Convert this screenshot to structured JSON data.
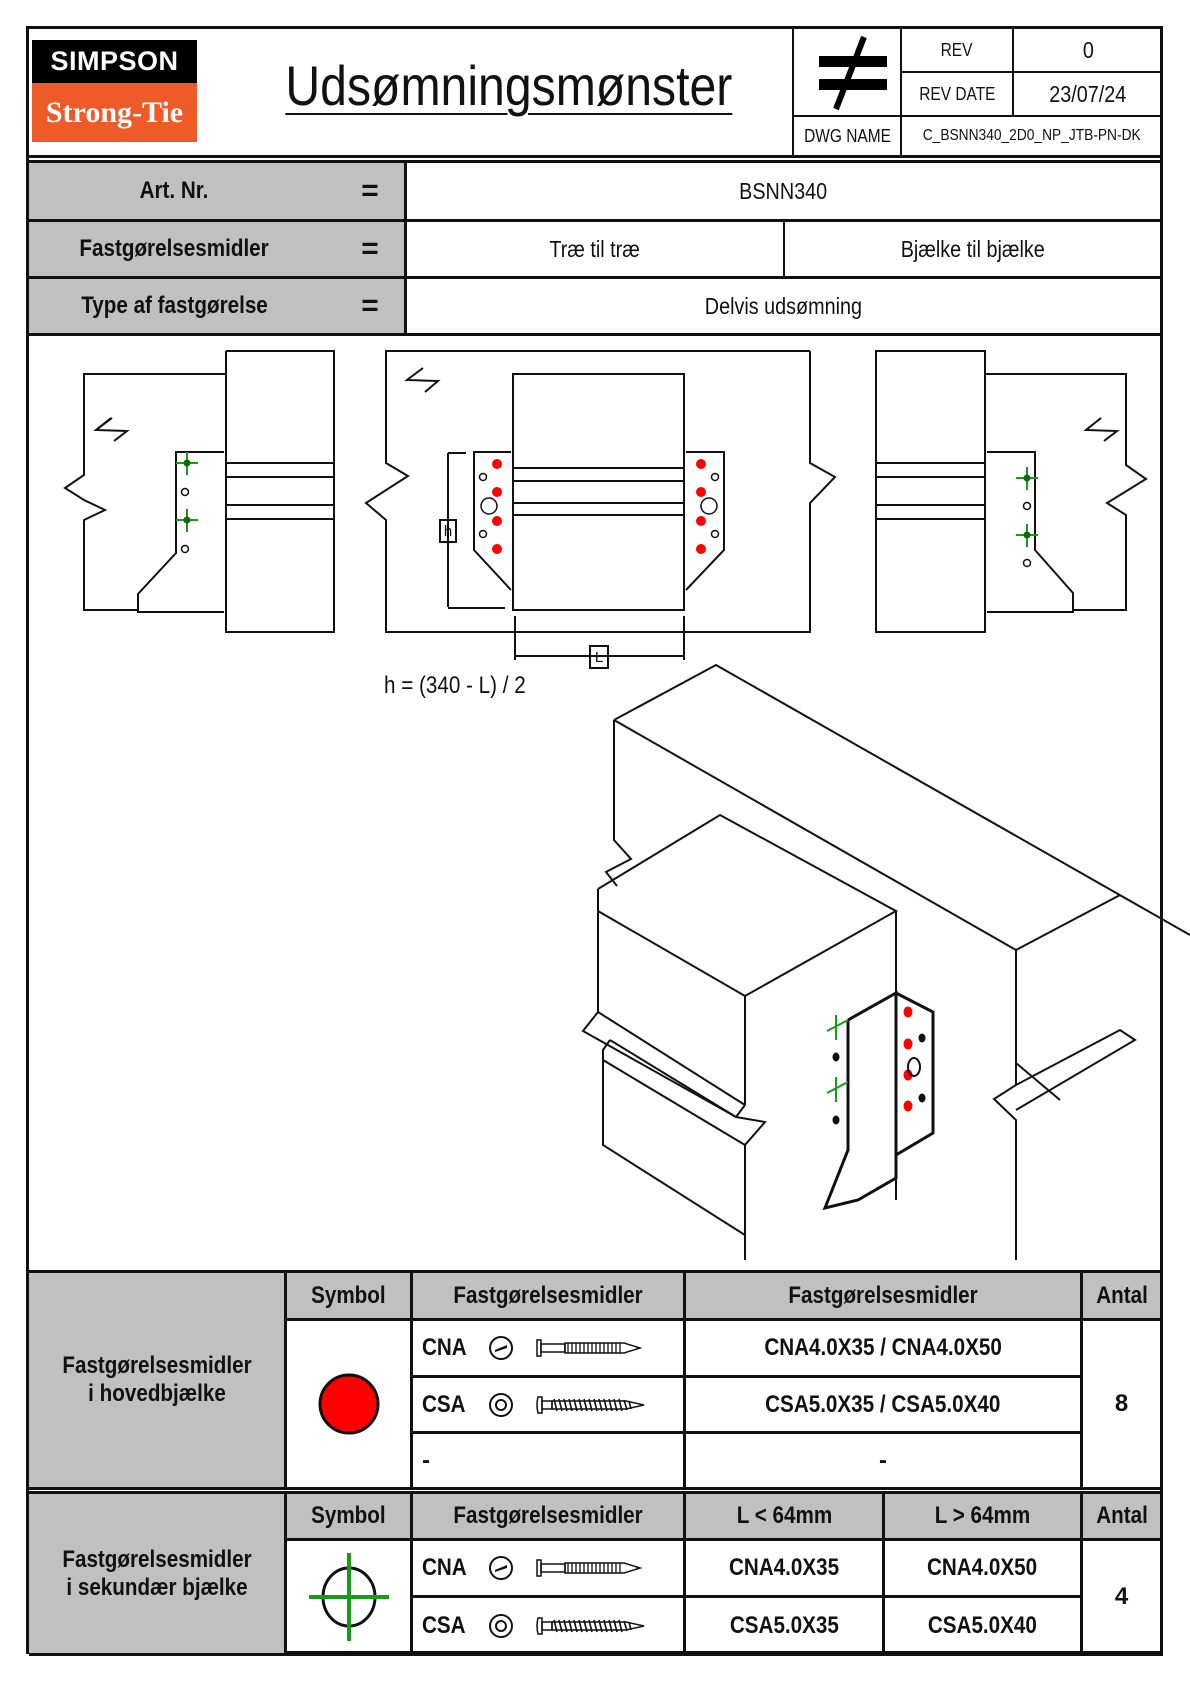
{
  "header": {
    "logo_top": "SIMPSON",
    "logo_bottom": "Strong-Tie",
    "title": "Udsømningsmønster",
    "symbol_icon": "not-equal-icon",
    "rev_label": "REV",
    "rev_value": "0",
    "rev_date_label": "REV DATE",
    "rev_date_value": "23/07/24",
    "dwg_name_label": "DWG NAME",
    "dwg_name_value": "C_BSNN340_2D0_NP_JTB-PN-DK"
  },
  "info": {
    "art_label": "Art. Nr.",
    "art_value": "BSNN340",
    "fast_label": "Fastgørelsesmidler",
    "fast_value_1": "Træ til træ",
    "fast_value_2": "Bjælke til bjælke",
    "type_label": "Type af fastgørelse",
    "type_value": "Delvis udsømning",
    "eq": "="
  },
  "drawing": {
    "dim_h": "h",
    "dim_l": "L",
    "formula": "h = (340 - L) / 2",
    "main_nail_color": "#ff0000",
    "secondary_nail_color": "#1a9a1a"
  },
  "table_main": {
    "row_label": "Fastgørelsesmidler i hovedbjælke",
    "headers": [
      "Symbol",
      "Fastgørelsesmidler",
      "Fastgørelsesmidler",
      "Antal"
    ],
    "symbol": "red-filled-circle",
    "rows": [
      {
        "type": "CNA",
        "head_icon": "cna-head-icon",
        "spec": "CNA4.0X35 / CNA4.0X50"
      },
      {
        "type": "CSA",
        "head_icon": "csa-head-icon",
        "spec": "CSA5.0X35 / CSA5.0X40"
      },
      {
        "type": "-",
        "spec": "-"
      }
    ],
    "count": "8"
  },
  "table_secondary": {
    "row_label": "Fastgørelsesmidler i sekundær bjælke",
    "headers": [
      "Symbol",
      "Fastgørelsesmidler",
      "L < 64mm",
      "L > 64mm",
      "Antal"
    ],
    "symbol": "green-crosshair-circle",
    "rows": [
      {
        "type": "CNA",
        "head_icon": "cna-head-icon",
        "short": "CNA4.0X35",
        "long": "CNA4.0X50"
      },
      {
        "type": "CSA",
        "head_icon": "csa-head-icon",
        "short": "CSA5.0X35",
        "long": "CSA5.0X40"
      }
    ],
    "count": "4"
  }
}
